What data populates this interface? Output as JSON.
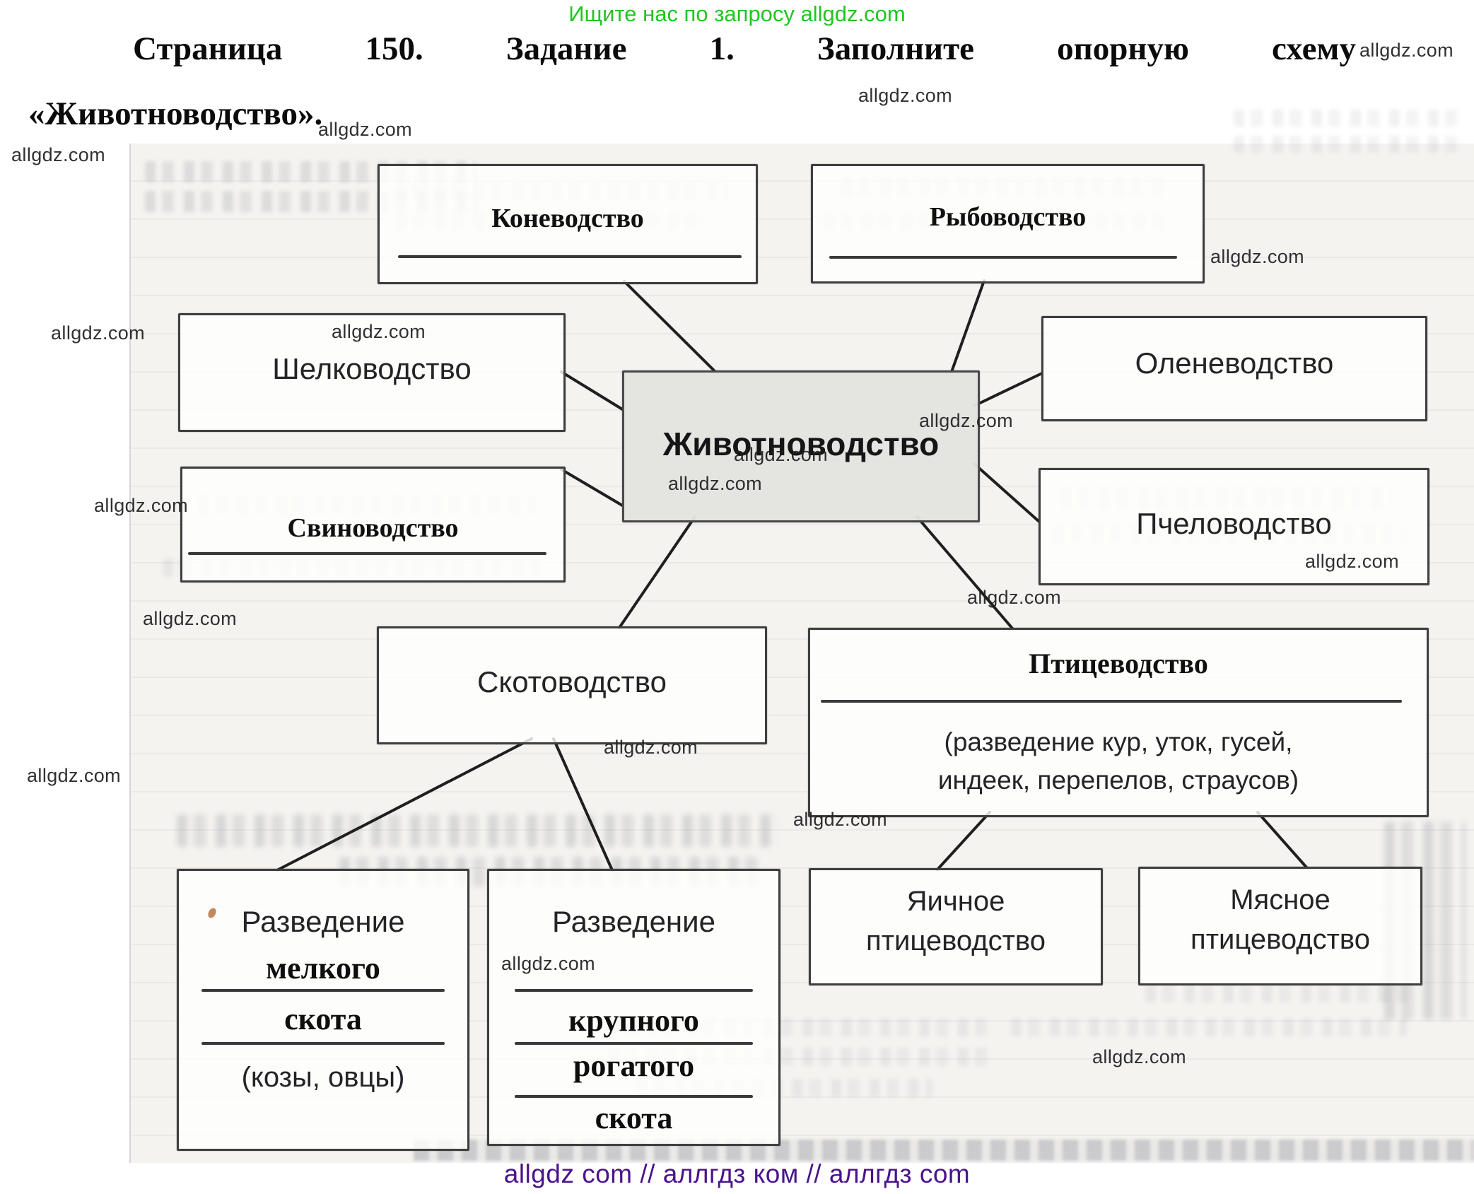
{
  "promo": {
    "text": "Ищите нас по запросу allgdz.com"
  },
  "title": {
    "words": [
      "Страница",
      "150.",
      "Задание",
      "1.",
      "Заполните",
      "опорную",
      "схему"
    ],
    "line2": "«Животноводство»."
  },
  "watermark": {
    "text": "allgdz.com"
  },
  "diagram": {
    "center": {
      "label": "Животноводство"
    },
    "konevodstvo": {
      "label": "Коневодство"
    },
    "rybovodstvo": {
      "label": "Рыбоводство"
    },
    "shelkovodstvo": {
      "label": "Шелководство"
    },
    "olenevodstvo": {
      "label": "Оленеводство"
    },
    "svinovodstvo": {
      "label": "Свиноводство"
    },
    "pchelovodstvo": {
      "label": "Пчеловодство"
    },
    "skotovodstvo": {
      "label": "Скотоводство"
    },
    "ptitsevodstvo": {
      "label": "Птицеводство",
      "note1": "(разведение кур, уток, гусей,",
      "note2": "индеек, перепелов, страусов)"
    },
    "melkiy_skot": {
      "intro": "Разведение",
      "answer1": "мелкого",
      "answer2": "скота",
      "note": "(козы, овцы)"
    },
    "krupnyy_skot": {
      "intro": "Разведение",
      "answer1": "крупного",
      "answer2": "рогатого",
      "answer3": "скота"
    },
    "yaichnoe": {
      "line1": "Яичное",
      "line2": "птицеводство"
    },
    "myasnoe": {
      "line1": "Мясное",
      "line2": "птицеводство"
    }
  },
  "footer": {
    "text": "allgdz com  //  аллгдз ком  //  аллгдз com"
  },
  "colors": {
    "promo_green": "#21c521",
    "footer_purple": "#4a148c",
    "center_box_bg": "#e4e4e2",
    "box_border": "#3f3f3f",
    "connector": "#1f1f1f"
  }
}
